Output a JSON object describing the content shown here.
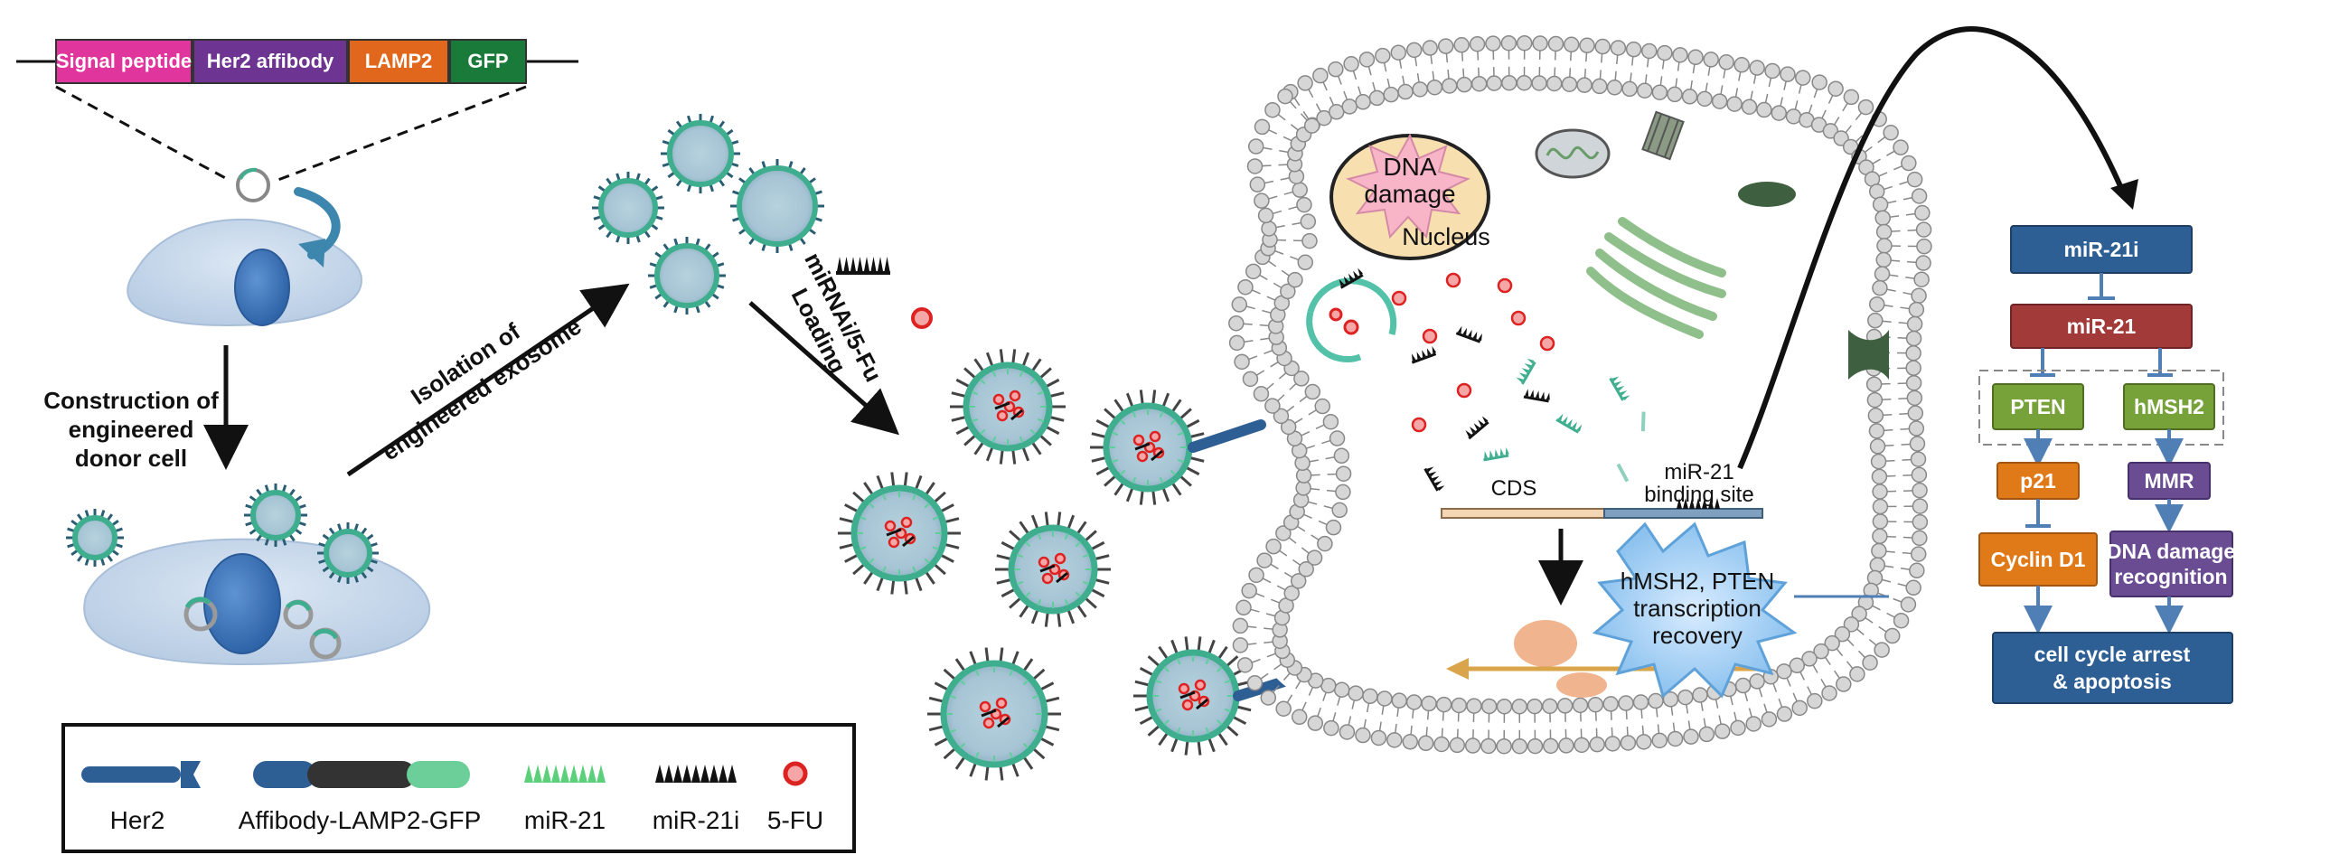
{
  "plasmid": {
    "segments": [
      {
        "label": "Signal peptide",
        "color": "#e0359d"
      },
      {
        "label": "Her2 affibody",
        "color": "#6e3492"
      },
      {
        "label": "LAMP2",
        "color": "#e0671c"
      },
      {
        "label": "GFP",
        "color": "#1a7a3a"
      }
    ]
  },
  "labels": {
    "construction": [
      "Construction of",
      "engineered",
      "donor cell"
    ],
    "isolation": [
      "Isolation of",
      "engineered exosome"
    ],
    "loading": [
      "miRNAi/5-Fu",
      "Loading"
    ],
    "dna_damage": [
      "DNA",
      "damage"
    ],
    "nucleus": "Nucleus",
    "cds": "CDS",
    "binding_site": [
      "miR-21",
      "binding site"
    ],
    "recovery": [
      "hMSH2, PTEN",
      "transcription",
      "recovery"
    ]
  },
  "legend": {
    "items": [
      "Her2",
      "Affibody-LAMP2-GFP",
      "miR-21",
      "miR-21i",
      "5-FU"
    ]
  },
  "pathway": {
    "mir21i": "miR-21i",
    "mir21": "miR-21",
    "pten": "PTEN",
    "hmsh2": "hMSH2",
    "p21": "p21",
    "mmr": "MMR",
    "cyclin_d1": "Cyclin D1",
    "dna_damage_recognition": [
      "DNA damage",
      "recognition"
    ],
    "outcome": [
      "cell cycle arrest",
      "& apoptosis"
    ]
  },
  "colors": {
    "cell_fill": "#c7d9ee",
    "nucleus_fill": "#4a7fc1",
    "exosome_teal": "#3fae8f",
    "exosome_inner": "#a9c9d8",
    "bilayer_head": "#d2d2d2",
    "pathway_blue": "#2e5f94",
    "pathway_red": "#a23a3a",
    "pathway_green": "#77a23a",
    "pathway_orange": "#e07a18",
    "pathway_purple": "#6a4c93"
  }
}
